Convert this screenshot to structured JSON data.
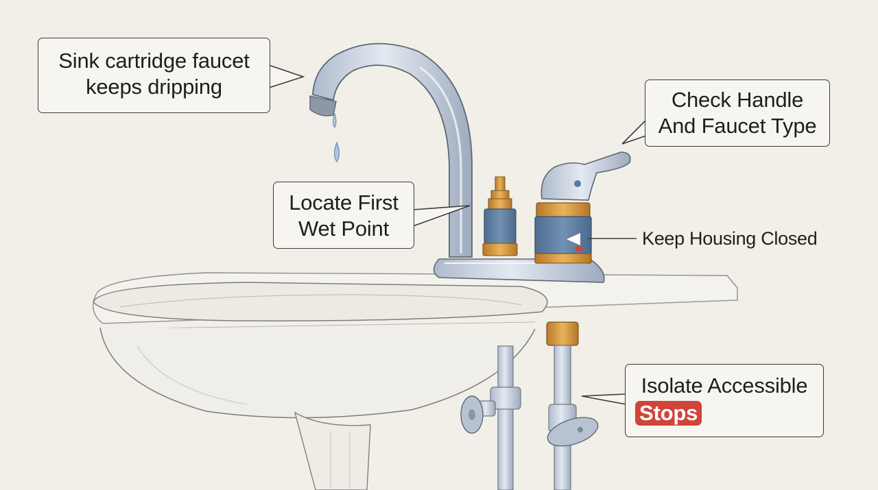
{
  "callouts": {
    "dripping": {
      "line1": "Sink cartridge faucet",
      "line2": "keeps dripping"
    },
    "check": {
      "line1": "Check Handle",
      "line2": "And Faucet Type"
    },
    "locate": {
      "line1": "Locate First",
      "line2": "Wet Point"
    },
    "housing": {
      "text": "Keep Housing Closed"
    },
    "isolate": {
      "line1": "Isolate Accessible",
      "highlight": "Stops"
    }
  },
  "colors": {
    "background": "#f1efe7",
    "chrome": "#c9d3e0",
    "cartridge_blue": "#5f7ea0",
    "brass": "#d69a3c",
    "highlight_red": "#d0443a",
    "water": "#a9c6e2"
  },
  "icons": [
    "faucet-spout",
    "water-drop",
    "cartridge",
    "lever-handle",
    "shutoff-valve",
    "sink-basin"
  ]
}
